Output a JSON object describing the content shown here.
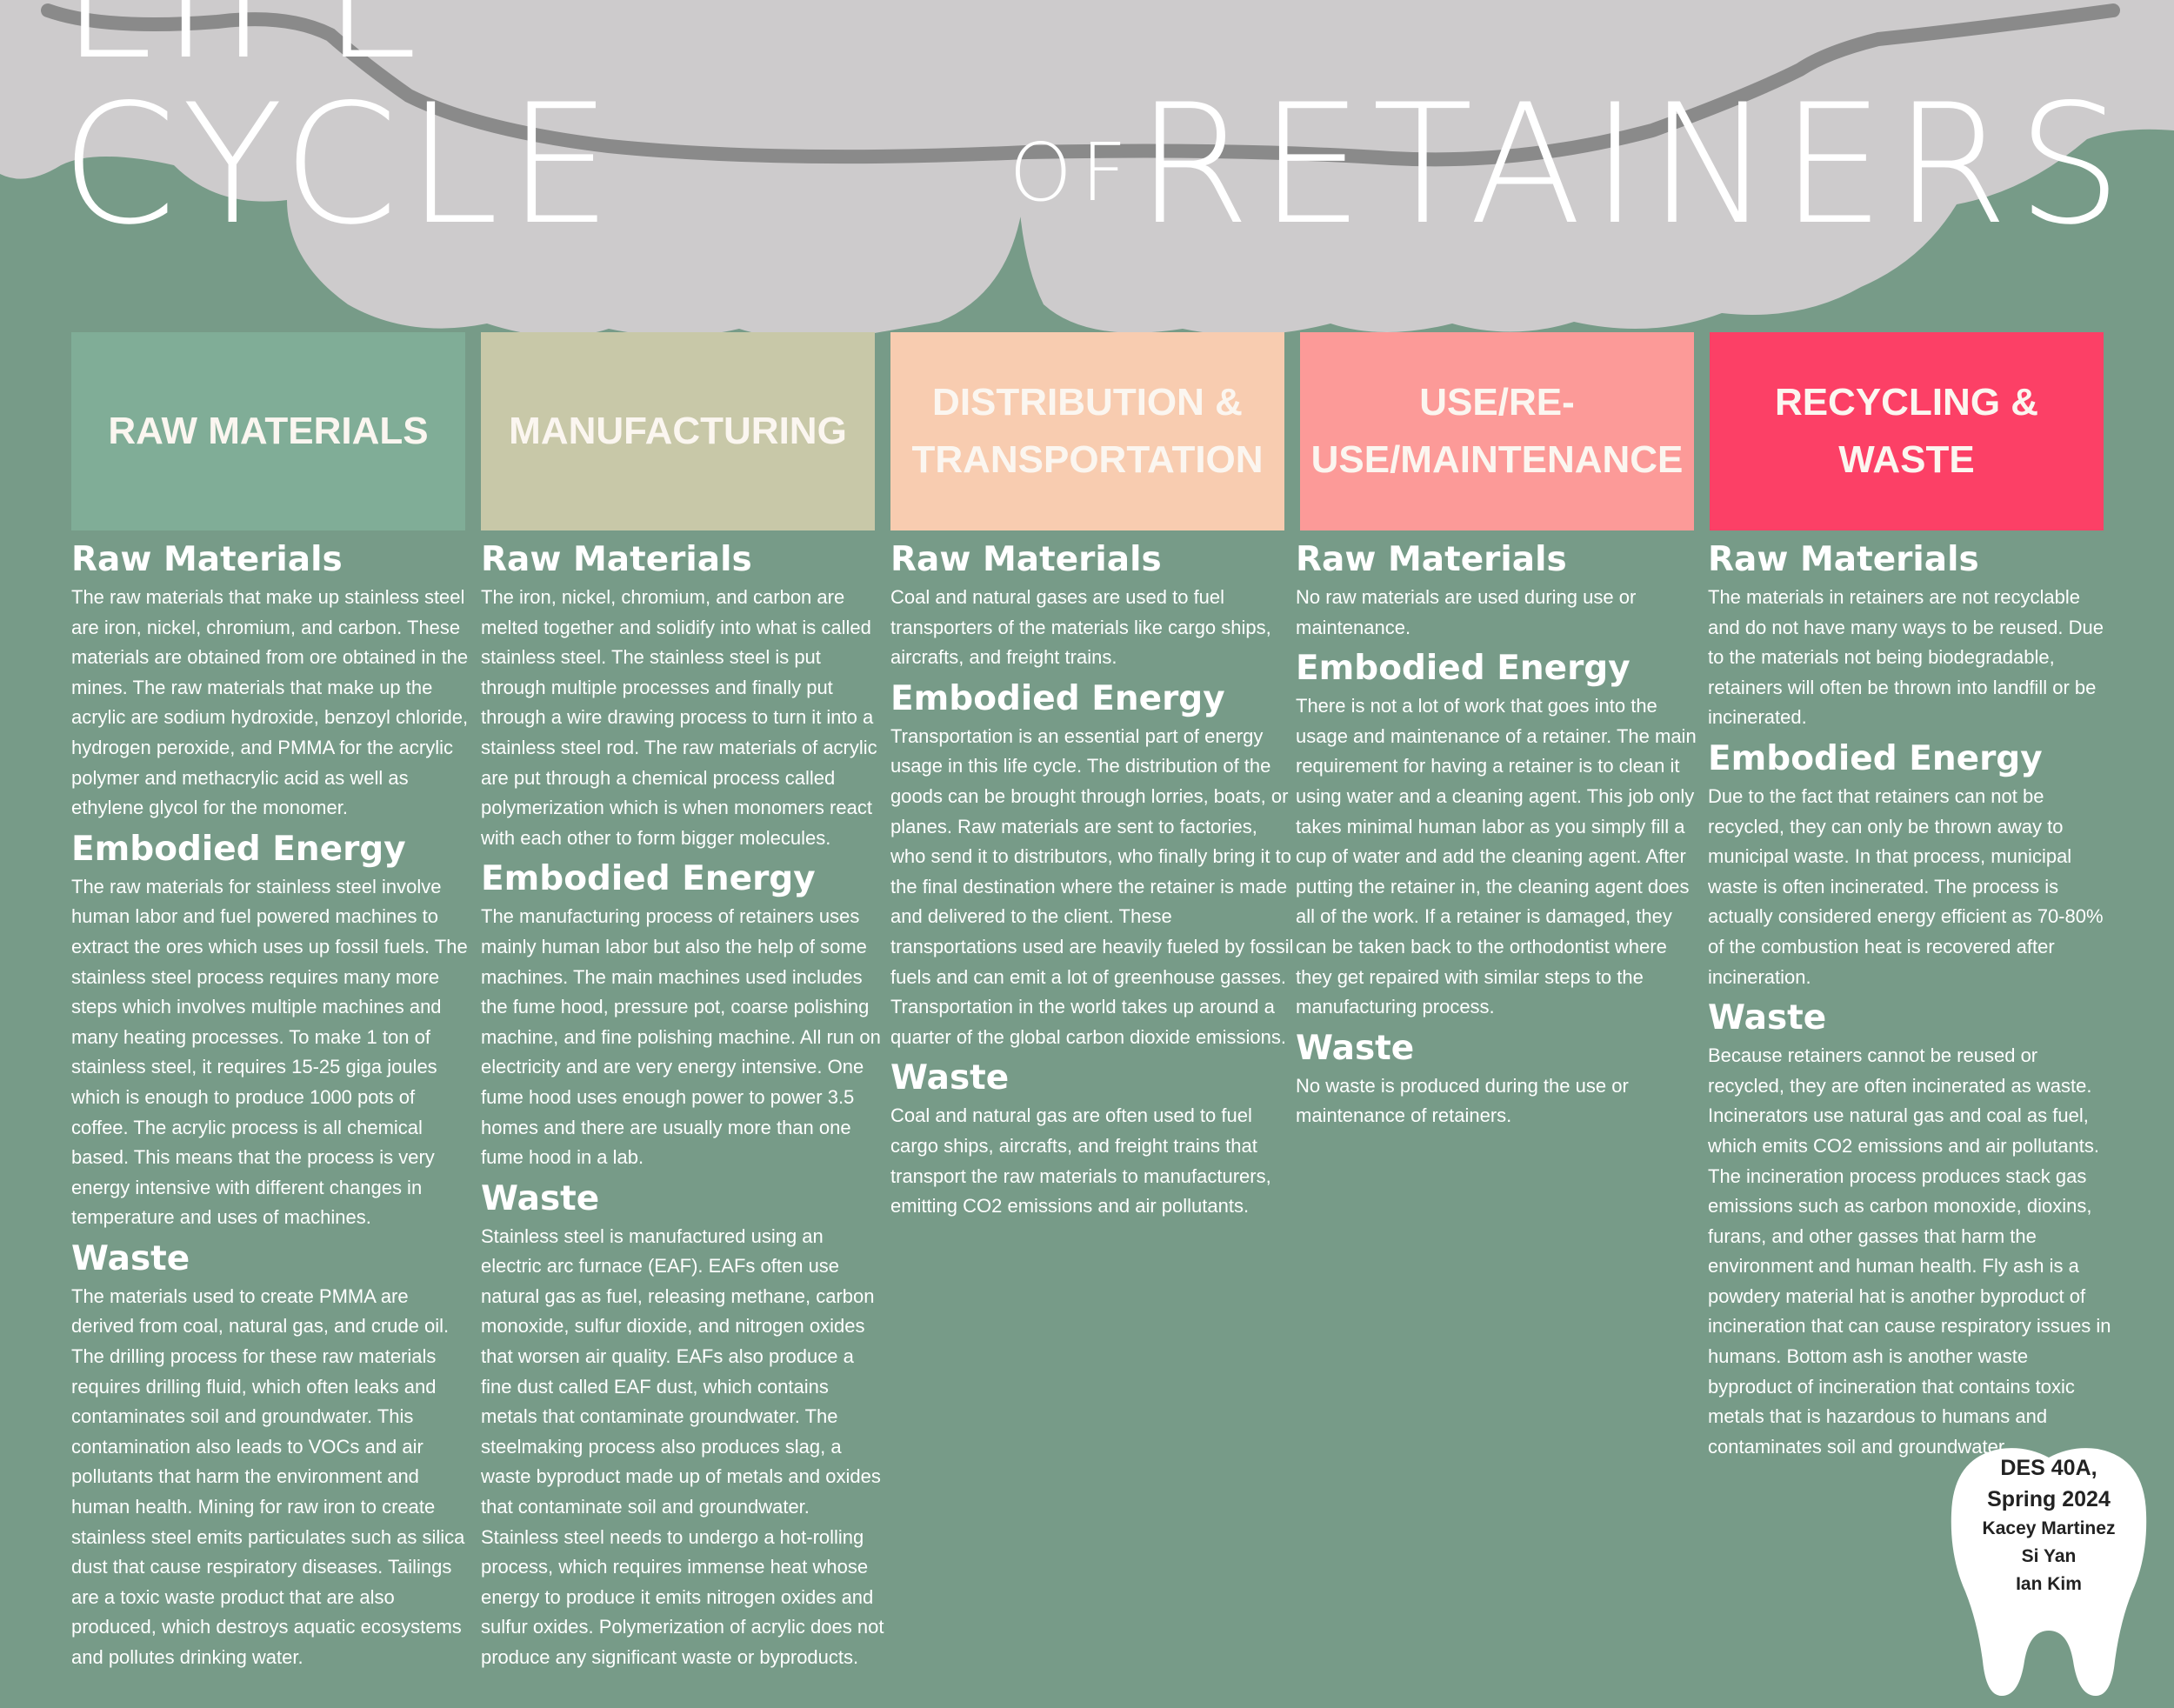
{
  "title": {
    "part1": "LIFE CYCLE",
    "of": "OF",
    "part2": "RETAINERS"
  },
  "colors": {
    "background": "#779b88",
    "teeth": "#cdcbcc",
    "wire": "#8a8a8a",
    "raw_materials": "#80ad97",
    "manufacturing": "#c8c8a8",
    "distribution": "#f8ccb0",
    "use": "#fc9a98",
    "recycling": "#fc4066"
  },
  "columns": [
    {
      "header": "RAW MATERIALS",
      "raw_heading": "Raw Materials",
      "raw_text": "The raw materials that make up stainless steel are iron, nickel, chromium, and carbon. These materials are obtained from ore obtained in the mines. The raw materials that make up the acrylic are sodium hydroxide, benzoyl chloride, hydrogen peroxide, and PMMA for the acrylic polymer and methacrylic acid as well as ethylene glycol for the monomer.",
      "energy_heading": "Embodied Energy",
      "energy_text": "The raw materials for stainless steel involve human labor and fuel powered machines to extract the ores which uses up fossil fuels. The stainless steel process requires many more steps which involves multiple machines and many heating processes. To make 1 ton of stainless steel, it requires 15-25 giga joules which is enough to produce 1000 pots of coffee. The acrylic process is all chemical based. This means that the process is very energy intensive with different changes in temperature and uses of machines.",
      "waste_heading": "Waste",
      "waste_text": "The materials used to create PMMA are derived from coal, natural gas, and crude oil. The drilling process for these raw materials requires drilling fluid, which often leaks and contaminates soil and groundwater. This contamination also leads to VOCs and air pollutants that harm the environment and human health. Mining for raw iron to create stainless steel emits  particulates such as silica dust that cause respiratory diseases. Tailings are a toxic waste product that are also produced, which destroys aquatic ecosystems and pollutes drinking water."
    },
    {
      "header": "MANUFACTURING",
      "raw_heading": "Raw Materials",
      "raw_text": "The iron, nickel, chromium, and carbon are melted together and solidify into what is called stainless steel. The stainless steel is put through multiple processes and finally put through a wire drawing process to turn it into a stainless steel rod. The raw materials of acrylic are put through a chemical process called polymerization which is when monomers react with each other to form bigger molecules.",
      "energy_heading": "Embodied Energy",
      "energy_text": "The manufacturing process of retainers uses mainly human labor but also the help of some machines. The main machines used includes the fume hood, pressure pot, coarse polishing machine, and fine polishing machine. All run on electricity and are very energy intensive. One fume hood uses enough power to power 3.5 homes and there are usually more than one fume hood in a lab.",
      "waste_heading": "Waste",
      "waste_text": "Stainless steel is manufactured using an electric arc furnace (EAF). EAFs often use natural gas as fuel, releasing methane, carbon monoxide, sulfur dioxide, and nitrogen oxides that worsen air quality. EAFs also produce a fine dust called EAF dust, which contains metals that contaminate groundwater. The steelmaking process also produces slag, a waste byproduct made up of metals and oxides that contaminate soil and groundwater. Stainless steel needs to undergo a hot-rolling process, which requires immense heat whose energy to produce it emits nitrogen oxides and sulfur oxides. Polymerization of acrylic does not produce any significant waste or byproducts."
    },
    {
      "header": "DISTRIBUTION & TRANSPORTATION",
      "raw_heading": "Raw Materials",
      "raw_text": "Coal and natural gases are used to fuel transporters of the materials like cargo ships, aircrafts, and freight trains.",
      "energy_heading": "Embodied Energy",
      "energy_text": "Transportation is an essential part of energy usage in this life cycle. The distribution of the goods can be brought through lorries, boats, or planes. Raw materials are sent to factories, who send it to distributors, who finally bring it to the final destination where the retainer is made and delivered to the client. These transportations used are heavily fueled by fossil fuels and can emit a lot of greenhouse gasses. Transportation in the world takes up around a quarter of the global carbon dioxide emissions.",
      "waste_heading": "Waste",
      "waste_text": "Coal and natural gas are often used to fuel cargo ships, aircrafts, and freight trains that transport the raw materials to manufacturers, emitting CO2 emissions and air pollutants."
    },
    {
      "header": "USE/RE-USE/MAINTENANCE",
      "raw_heading": "Raw Materials",
      "raw_text": "No raw materials are used during use or maintenance.",
      "energy_heading": "Embodied Energy",
      "energy_text": "There is not a lot of work that goes into the usage and maintenance of a retainer. The main requirement for having a retainer is to clean it using water and a cleaning agent. This job only takes minimal human labor as you simply fill a cup of water and add the cleaning agent. After putting the retainer in, the cleaning agent does all of the work. If a retainer is damaged, they can be taken back to the orthodontist where they get repaired with similar steps to the manufacturing process.",
      "waste_heading": "Waste",
      "waste_text": "No waste is produced during the use or maintenance of retainers."
    },
    {
      "header": "RECYCLING & WASTE",
      "raw_heading": "Raw Materials",
      "raw_text": "The materials in retainers are not recyclable and do not have many ways to be reused. Due to the materials not being biodegradable, retainers will often be thrown into landfill or be incinerated.",
      "energy_heading": "Embodied Energy",
      "energy_text": "Due to the fact that retainers can not be recycled, they can only be thrown away to municipal waste. In that process, municipal waste is often incinerated. The process is actually considered energy efficient as 70-80% of the combustion heat is recovered after incineration.",
      "waste_heading": "Waste",
      "waste_text": "Because retainers cannot be reused or recycled, they are often incinerated as waste. Incinerators use natural gas and coal as fuel, which emits CO2 emissions and air pollutants. The incineration process produces stack gas emissions such as carbon monoxide, dioxins, furans, and other gasses that harm the environment and human health. Fly ash is a powdery material hat is another byproduct of incineration that can cause respiratory issues in humans. Bottom ash is another waste byproduct of incineration that contains toxic metals that is hazardous to humans and contaminates soil and groundwater."
    }
  ],
  "credits": {
    "course": "DES 40A,",
    "term": "Spring 2024",
    "author1": "Kacey Martinez",
    "author2": "Si Yan",
    "author3": "Ian Kim",
    "icon": "tooth-icon"
  }
}
